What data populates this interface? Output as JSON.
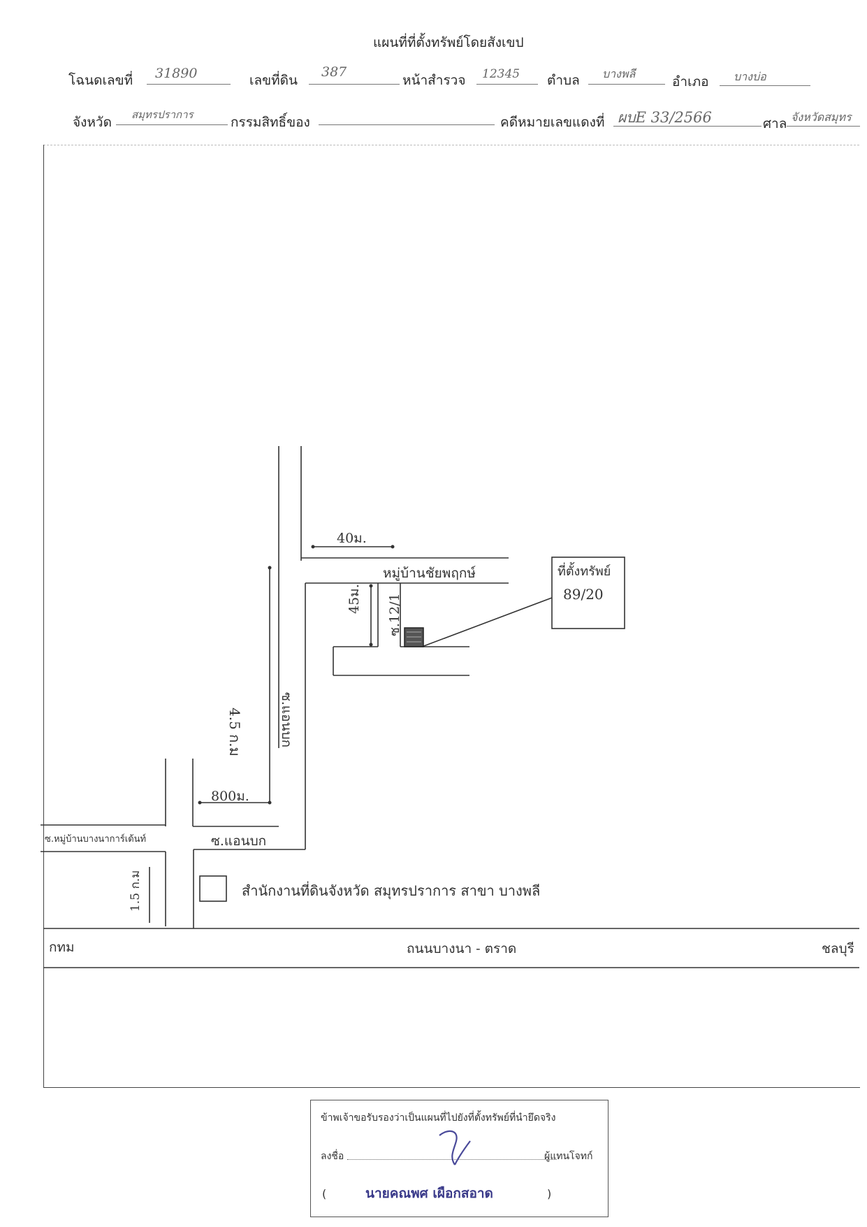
{
  "header": {
    "title": "แผนที่ที่ตั้งทรัพย์โดยสังเขป",
    "deed_label": "โฉนดเลขที่",
    "deed_value": "31890",
    "land_no_label": "เลขที่ดิน",
    "land_no_value": "387",
    "survey_page_label": "หน้าสำรวจ",
    "survey_page_value": "12345",
    "subdistrict_label": "ตำบล",
    "subdistrict_value": "บางพลี",
    "district_label": "อำเภอ",
    "district_value": "บางบ่อ",
    "province_label": "จังหวัด",
    "province_value": "สมุทรปราการ",
    "owner_label": "กรรมสิทธิ์ของ",
    "owner_value": "",
    "case_label": "คดีหมายเลขแดงที่",
    "case_value": "ผบE 33/2566",
    "court_label": "ศาล",
    "court_value": "จังหวัดสมุทร"
  },
  "map": {
    "dist_40m": "40ม.",
    "village_label": "หมู่บ้านชัยพฤกษ์",
    "property_box_label": "ที่ตั้งทรัพย์",
    "property_box_number": "89/20",
    "dist_45m": "45ม.",
    "alley_label": "ซ.12/1",
    "road_label_vertical": "ซ.แอนบก",
    "dist_45km": "4.5 ก.ม",
    "dist_800m": "800ม.",
    "soi_left_label": "ซ.หมู่บ้านบางนาการ์เด้นท์",
    "soi_anbok_label": "ซ.แอนบก",
    "dist_15km": "1.5 ก.ม",
    "land_office_label": "สำนักงานที่ดินจังหวัด สมุทรปราการ สาขา บางพลี",
    "main_road_left": "กทม",
    "main_road_center": "ถนนบางนา - ตราด",
    "main_road_right": "ชลบุรี"
  },
  "certification": {
    "statement": "ข้าพเจ้าขอรับรองว่าเป็นแผนที่ไปยังที่ตั้งทรัพย์ที่นำยึดจริง",
    "sign_label": "ลงชื่อ",
    "role_label": "ผู้แทนโจทก์",
    "paren_open": "(",
    "signer_name": "นายคณพศ เผือกสอาด",
    "paren_close": ")"
  }
}
